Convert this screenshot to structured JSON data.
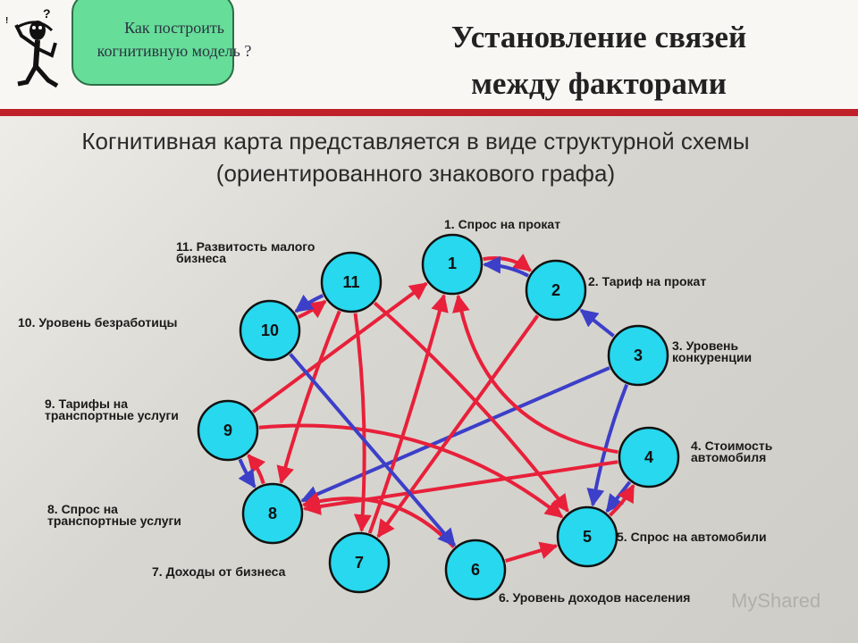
{
  "header": {
    "bubble_text": "Как построить когнитивную модель ?",
    "title_line1": "Установление связей",
    "title_line2": "между факторами"
  },
  "subtitle": {
    "line1": "Когнитивная карта представляется в виде структурной схемы",
    "line2": "(ориентированного знакового графа)"
  },
  "colors": {
    "positive": "#e8203a",
    "negative": "#3c3fc8",
    "node_fill": "#27d8ee",
    "accent_rule": "#c0202a"
  },
  "nodes": [
    {
      "id": "1",
      "label": "1. Спрос на прокат"
    },
    {
      "id": "2",
      "label": "2. Тариф на прокат"
    },
    {
      "id": "3",
      "label": "3. Уровень конкуренции"
    },
    {
      "id": "4",
      "label": "4. Стоимость автомобиля"
    },
    {
      "id": "5",
      "label": "5. Спрос на автомобили"
    },
    {
      "id": "6",
      "label": "6. Уровень доходов населения"
    },
    {
      "id": "7",
      "label": "7. Доходы от бизнеса"
    },
    {
      "id": "8",
      "label": "8. Спрос на транспортные услуги"
    },
    {
      "id": "9",
      "label": "9. Тарифы на транспортные услуги"
    },
    {
      "id": "10",
      "label": "10. Уровень безработицы"
    },
    {
      "id": "11",
      "label": "11. Развитость малого бизнеса"
    }
  ],
  "labels_lines": {
    "n1": [
      "1. Спрос на прокат"
    ],
    "n2": [
      "2. Тариф на прокат"
    ],
    "n3": [
      "3. Уровень",
      "конкуренции"
    ],
    "n4": [
      "4. Стоимость",
      "автомобиля"
    ],
    "n5": [
      "5. Спрос на автомобили"
    ],
    "n6": [
      "6. Уровень доходов населения"
    ],
    "n7": [
      "7. Доходы от бизнеса"
    ],
    "n8": [
      "8. Спрос на",
      "транспортные услуги"
    ],
    "n9": [
      "9. Тарифы на",
      "транспортные услуги"
    ],
    "n10": [
      "10. Уровень безработицы"
    ],
    "n11": [
      "11. Развитость малого",
      "бизнеса"
    ]
  },
  "edges": [
    {
      "from": "1",
      "to": "2",
      "sign": "positive"
    },
    {
      "from": "2",
      "to": "1",
      "sign": "negative"
    },
    {
      "from": "3",
      "to": "2",
      "sign": "negative"
    },
    {
      "from": "3",
      "to": "8",
      "sign": "negative"
    },
    {
      "from": "3",
      "to": "5",
      "sign": "negative"
    },
    {
      "from": "4",
      "to": "8",
      "sign": "positive"
    },
    {
      "from": "4",
      "to": "5",
      "sign": "negative"
    },
    {
      "from": "4",
      "to": "1",
      "sign": "positive"
    },
    {
      "from": "5",
      "to": "4",
      "sign": "positive"
    },
    {
      "from": "6",
      "to": "5",
      "sign": "positive"
    },
    {
      "from": "6",
      "to": "8",
      "sign": "positive"
    },
    {
      "from": "2",
      "to": "7",
      "sign": "positive"
    },
    {
      "from": "7",
      "to": "1",
      "sign": "positive"
    },
    {
      "from": "8",
      "to": "9",
      "sign": "positive"
    },
    {
      "from": "9",
      "to": "8",
      "sign": "negative"
    },
    {
      "from": "9",
      "to": "1",
      "sign": "positive"
    },
    {
      "from": "9",
      "to": "5",
      "sign": "positive"
    },
    {
      "from": "10",
      "to": "11",
      "sign": "positive"
    },
    {
      "from": "11",
      "to": "10",
      "sign": "negative"
    },
    {
      "from": "11",
      "to": "8",
      "sign": "positive"
    },
    {
      "from": "11",
      "to": "5",
      "sign": "positive"
    },
    {
      "from": "11",
      "to": "7",
      "sign": "positive"
    },
    {
      "from": "10",
      "to": "6",
      "sign": "negative"
    }
  ],
  "watermark": "MyShared"
}
